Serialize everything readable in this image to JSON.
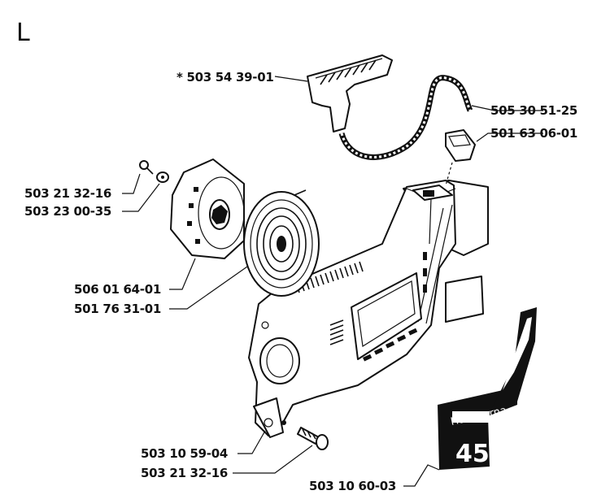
{
  "section_letter": "L",
  "parts": [
    {
      "id": "handle",
      "number": "* 503 54 39-01"
    },
    {
      "id": "cord",
      "number": "505 30 51-25"
    },
    {
      "id": "guide",
      "number": "501 63 06-01"
    },
    {
      "id": "screw-top",
      "number": "503 21 32-16"
    },
    {
      "id": "washer",
      "number": "503 23 00-35"
    },
    {
      "id": "pulley",
      "number": "506 01 64-01"
    },
    {
      "id": "spring",
      "number": "501 76 31-01"
    },
    {
      "id": "bushing",
      "number": "503 10 59-04"
    },
    {
      "id": "screw-bottom",
      "number": "503 21 32-16"
    },
    {
      "id": "decal",
      "number": "503 10 60-03"
    }
  ],
  "decal_text": {
    "brand": "Husqvarna",
    "model": "45"
  }
}
